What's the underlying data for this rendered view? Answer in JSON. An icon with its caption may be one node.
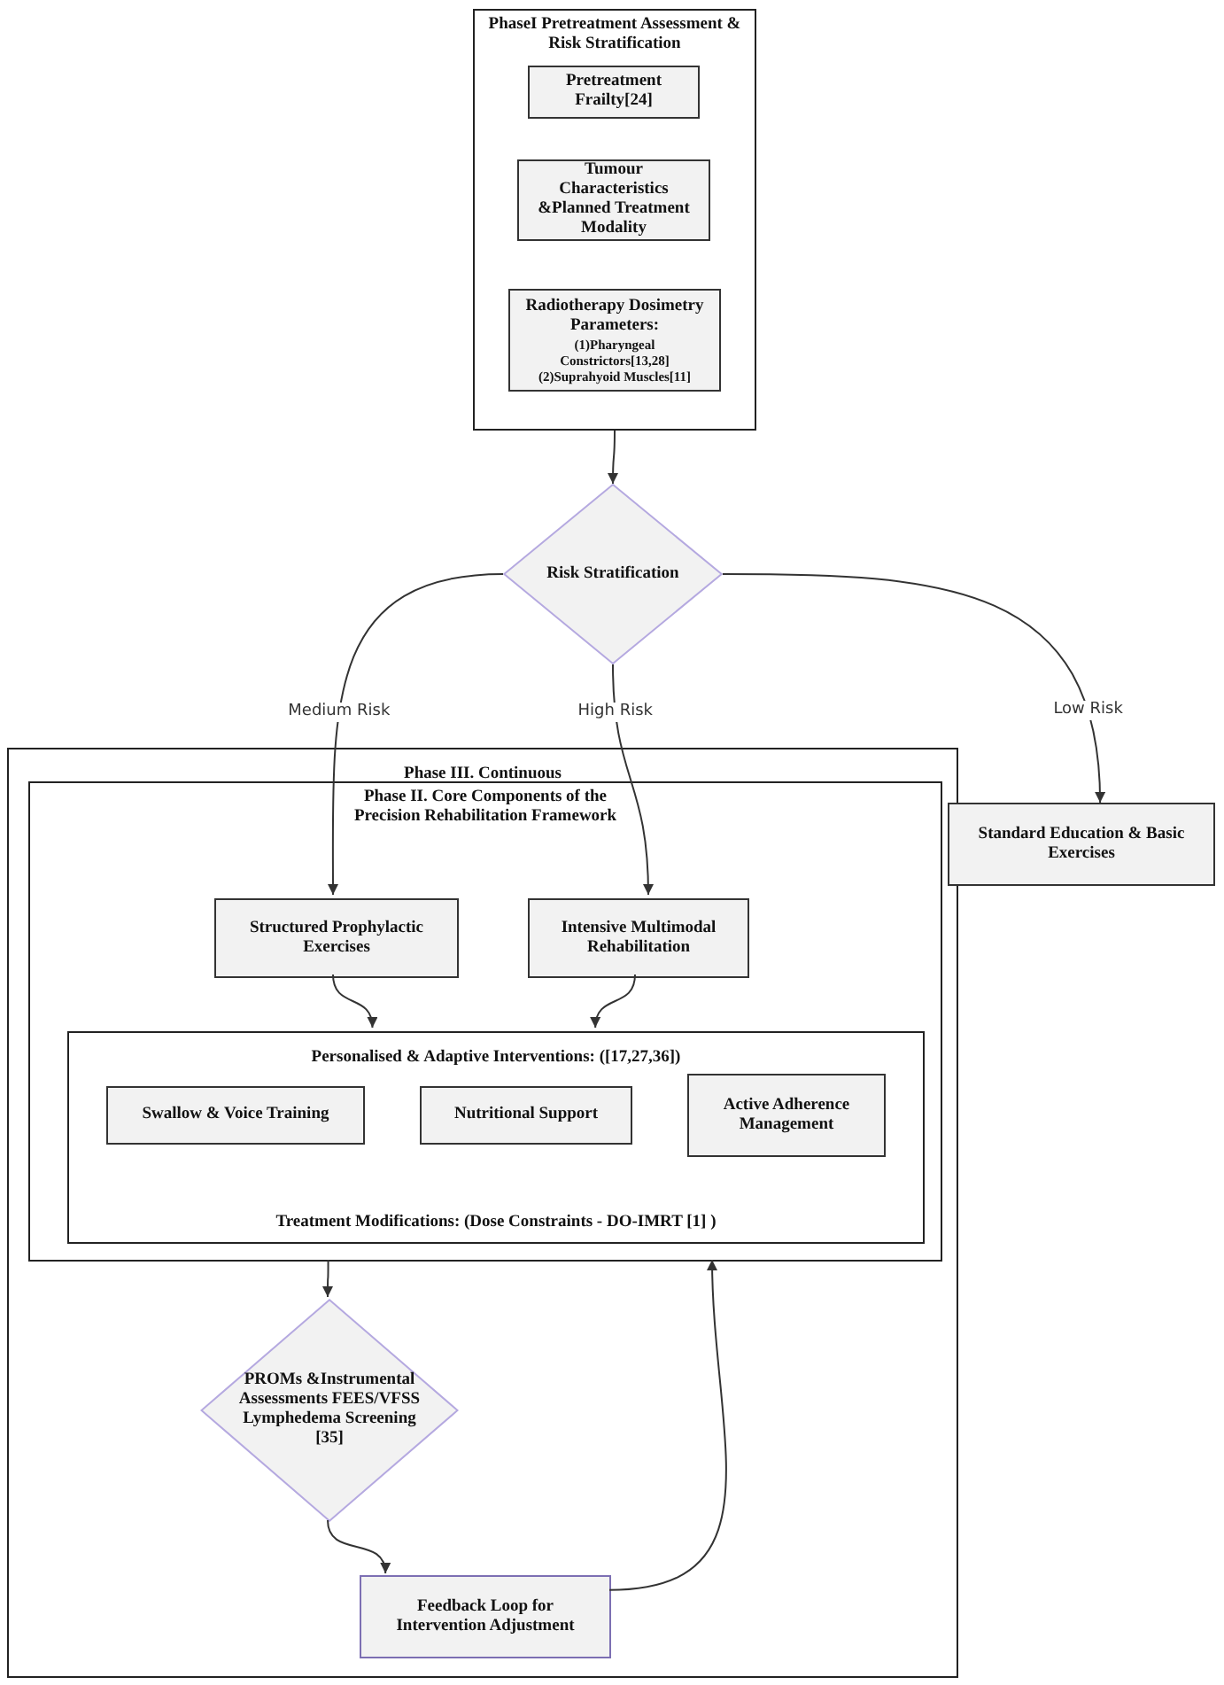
{
  "diagram": {
    "nodes": [
      {
        "text": [
          "PhaseI Pretreatment Assessment & Risk Stratification"
        ]
      },
      {
        "text": [
          "Pretreatment Frailty[24]"
        ],
        "in": 0
      },
      {
        "text": [
          "Tumour Characteristics &Planned Treatment Modality"
        ],
        "in": 0
      },
      {
        "text": [
          "Radiotherapy Dosimetry Parameters:",
          "(1)Pharyngeal Constrictors[13,28] (2)Suprahyoid Muscles[11]"
        ],
        "in": 0
      },
      {
        "text": [
          "Risk Stratification"
        ]
      },
      {
        "text": [
          "Phase III. Continuous"
        ]
      },
      {
        "text": [
          "Phase II. Core Components of the Precision Rehabilitation Framework"
        ],
        "in": 5
      },
      {
        "text": [
          "Structured Prophylactic Exercises"
        ],
        "in": 6
      },
      {
        "text": [
          "Intensive Multimodal Rehabilitation"
        ],
        "in": 6
      },
      {
        "text": [
          "Personalised & Adaptive Interventions: ([17,27,36])",
          "Treatment Modifications: (Dose Constraints - DO-IMRT [1] )"
        ],
        "in": 6
      },
      {
        "text": [
          "Swallow & Voice Training"
        ],
        "in": 9
      },
      {
        "text": [
          "Nutritional Support"
        ],
        "in": 9
      },
      {
        "text": [
          "Active Adherence Management"
        ],
        "in": 9
      },
      {
        "text": [
          "PROMs &Instrumental Assessments FEES/VFSS Lymphedema Screening [35]"
        ],
        "in": 5
      },
      {
        "text": [
          "Feedback Loop for Intervention Adjustment"
        ],
        "in": 5
      },
      {
        "text": [
          "Standard Education & Basic Exercises"
        ]
      }
    ],
    "edges": [
      {
        "from": 0,
        "to": 4,
        "arrow": "to"
      },
      {
        "from": 4,
        "to": 7,
        "arrow": "to",
        "label": "Medium Risk"
      },
      {
        "from": 4,
        "to": 8,
        "arrow": "to",
        "label": "High Risk"
      },
      {
        "from": 4,
        "to": 15,
        "arrow": "to",
        "label": "Low Risk"
      },
      {
        "from": 7,
        "to": 9,
        "arrow": "to"
      },
      {
        "from": 8,
        "to": 9,
        "arrow": "to"
      },
      {
        "from": 6,
        "to": 13,
        "arrow": "to"
      },
      {
        "from": 13,
        "to": 14,
        "arrow": "to"
      },
      {
        "from": 14,
        "to": 6,
        "arrow": "to"
      }
    ]
  }
}
